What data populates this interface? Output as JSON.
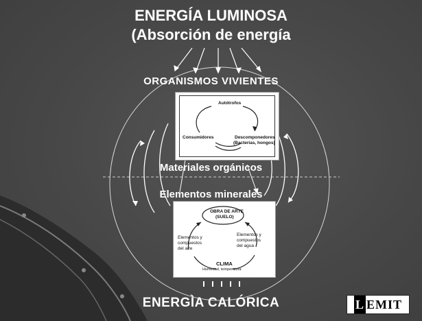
{
  "title": {
    "line1": "ENERGÍA LUMINOSA",
    "line2": "(Absorción de energía"
  },
  "labels": {
    "organismos": "ORGANISMOS VIVIENTES",
    "materiales": "Materiales orgánicos",
    "elementos": "Elementos minerales",
    "energia_calorica": "ENERGÌA CALÓRICA"
  },
  "cycle_organisms": {
    "top": "Autótrofos",
    "left": "Consumidores",
    "right_line1": "Descomponedores",
    "right_line2": "(Bacterias, hongos)"
  },
  "cycle_soil": {
    "center_line1": "OBRA DE ARTE",
    "center_line2": "(SUELO)",
    "left_line1": "Elementos y",
    "left_line2": "compuestos",
    "left_line3": "del aire",
    "right_line1": "Elementos y",
    "right_line2": "compuestos",
    "right_line3": "del agua",
    "bottom": "CLIMA",
    "bottom_sub": "Humedad, temperatura"
  },
  "logo": {
    "letter": "L",
    "rest": "EMIT"
  },
  "colors": {
    "background": "#4a4a4a",
    "text": "#ffffff"
  }
}
